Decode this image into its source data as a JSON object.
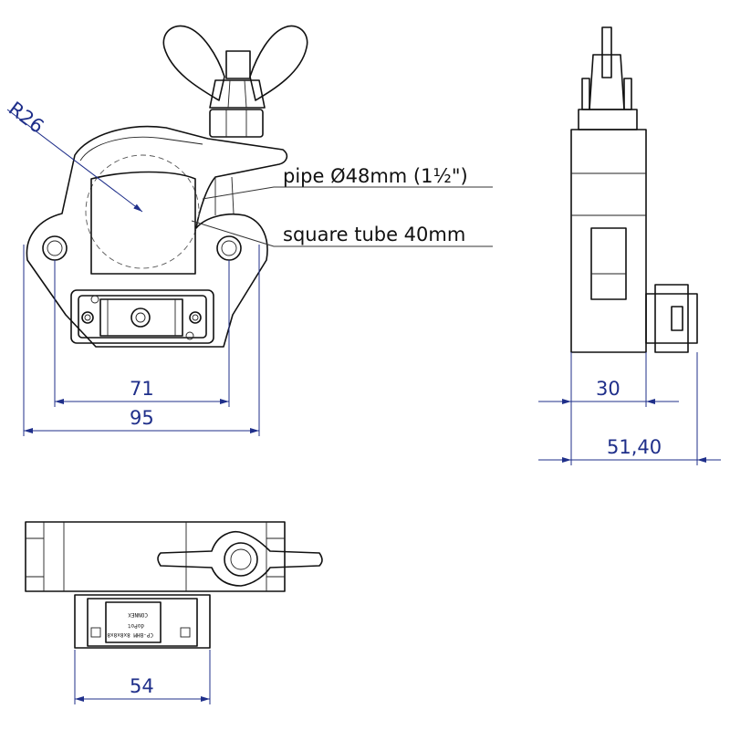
{
  "labels": {
    "pipe": "pipe Ø48mm (1½\")",
    "square_tube": "square tube 40mm"
  },
  "dimensions": {
    "radius": "R26",
    "hole_spacing": "71",
    "total_width": "95",
    "body_depth": "30",
    "total_depth": "51,40",
    "plate_width": "54"
  },
  "plate_text": {
    "line1": "CP-BHM 8x8x8x8",
    "line2": "doPot",
    "line3": "CONNEX"
  },
  "colors": {
    "dimension": "#1f2f8a",
    "outline": "#111111"
  }
}
